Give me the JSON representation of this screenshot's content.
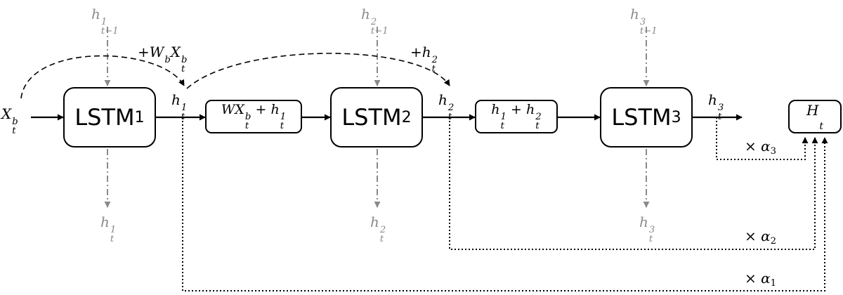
{
  "input": {
    "base": "X",
    "sup": "b",
    "sub": "t"
  },
  "lstm": [
    {
      "name": "LSTM",
      "index": "1"
    },
    {
      "name": "LSTM",
      "index": "2"
    },
    {
      "name": "LSTM",
      "index": "3"
    }
  ],
  "prev_states": [
    {
      "base": "h",
      "sup": "1",
      "sub": "t−1"
    },
    {
      "base": "h",
      "sup": "2",
      "sub": "t−1"
    },
    {
      "base": "h",
      "sup": "3",
      "sub": "t−1"
    }
  ],
  "outputs_below": [
    {
      "base": "h",
      "sup": "1",
      "sub": "t"
    },
    {
      "base": "h",
      "sup": "2",
      "sub": "t"
    },
    {
      "base": "h",
      "sup": "3",
      "sub": "t"
    }
  ],
  "hidden_labels": [
    {
      "base": "h",
      "sup": "1",
      "sub": "t"
    },
    {
      "base": "h",
      "sup": "2",
      "sub": "t"
    },
    {
      "base": "h",
      "sup": "3",
      "sub": "t"
    }
  ],
  "skip_labels": {
    "first": {
      "prefix": "+",
      "w_base": "W",
      "w_sup": "b",
      "x_base": "X",
      "x_sup": "b",
      "x_sub": "t"
    },
    "second": {
      "prefix": "+",
      "base": "h",
      "sup": "2",
      "sub": "t"
    }
  },
  "op_boxes": {
    "op1": {
      "w": "W",
      "x": "X",
      "x_sup": "b",
      "x_sub": "t",
      "plus": "+",
      "h": "h",
      "h_sup": "1",
      "h_sub": "t"
    },
    "op2": {
      "h1": "h",
      "h1_sup": "1",
      "h1_sub": "t",
      "plus": "+",
      "h2": "h",
      "h2_sup": "2",
      "h2_sub": "t"
    }
  },
  "output_box": {
    "base": "H",
    "sub": "t"
  },
  "multipliers": [
    {
      "times": "×",
      "symbol": "α",
      "index": "3"
    },
    {
      "times": "×",
      "symbol": "α",
      "index": "2"
    },
    {
      "times": "×",
      "symbol": "α",
      "index": "1"
    }
  ],
  "colors": {
    "line": "#000000",
    "state_arrow": "#8a8a8a"
  }
}
